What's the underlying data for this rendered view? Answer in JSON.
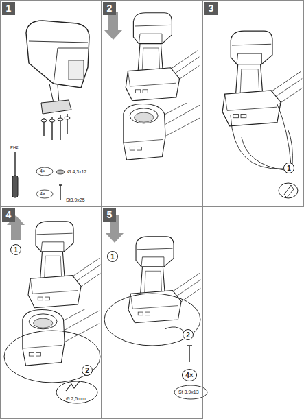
{
  "diagram": {
    "nodes": [
      {
        "text": [
          "1"
        ]
      },
      {
        "text": [
          "2"
        ]
      },
      {
        "text": [
          "3"
        ]
      },
      {
        "text": [
          "4"
        ]
      },
      {
        "text": [
          "5"
        ]
      },
      {
        "text": [
          "1"
        ],
        "in": 2
      },
      {
        "text": [
          "1"
        ],
        "in": 3
      },
      {
        "text": [
          "2"
        ],
        "in": 3
      },
      {
        "text": [
          "1"
        ],
        "in": 4
      },
      {
        "text": [
          "2"
        ],
        "in": 4
      },
      {
        "text": [
          "4×"
        ],
        "in": 4
      }
    ],
    "labels": [
      "PH2",
      "4×",
      "Ø 4,3x12",
      "4×",
      "St3.9x25",
      "Ø 2,5mm",
      "St 3,9x13"
    ]
  }
}
